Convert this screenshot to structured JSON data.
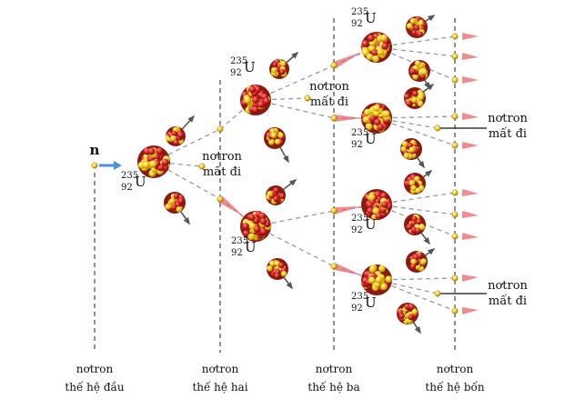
{
  "title": "",
  "neutron_symbol": "n",
  "uranium": {
    "mass_number": "235",
    "atomic_number": "92",
    "symbol": "U"
  },
  "lost_neutron_label": [
    "nơtron",
    "mất đi"
  ],
  "generation_labels": [
    [
      "nơtron",
      "thế hệ đầu"
    ],
    [
      "nơtron",
      "thế hệ hai"
    ],
    [
      "nơtron",
      "thế hệ ba"
    ],
    [
      "nơtron",
      "thế hệ bốn"
    ]
  ],
  "colors": {
    "nucleus_red": "#d4231f",
    "nucleus_yellow": "#f2d51a",
    "neutron": "#f3cf1e",
    "incoming_arrow": "#4a90e2",
    "hit_arrow": "#e8666e",
    "fragment_arrow": "#555555",
    "path_dash": "#9a9a9a"
  },
  "icons": [
    "uranium-nucleus-icon",
    "fission-fragment-icon",
    "neutron-icon"
  ]
}
